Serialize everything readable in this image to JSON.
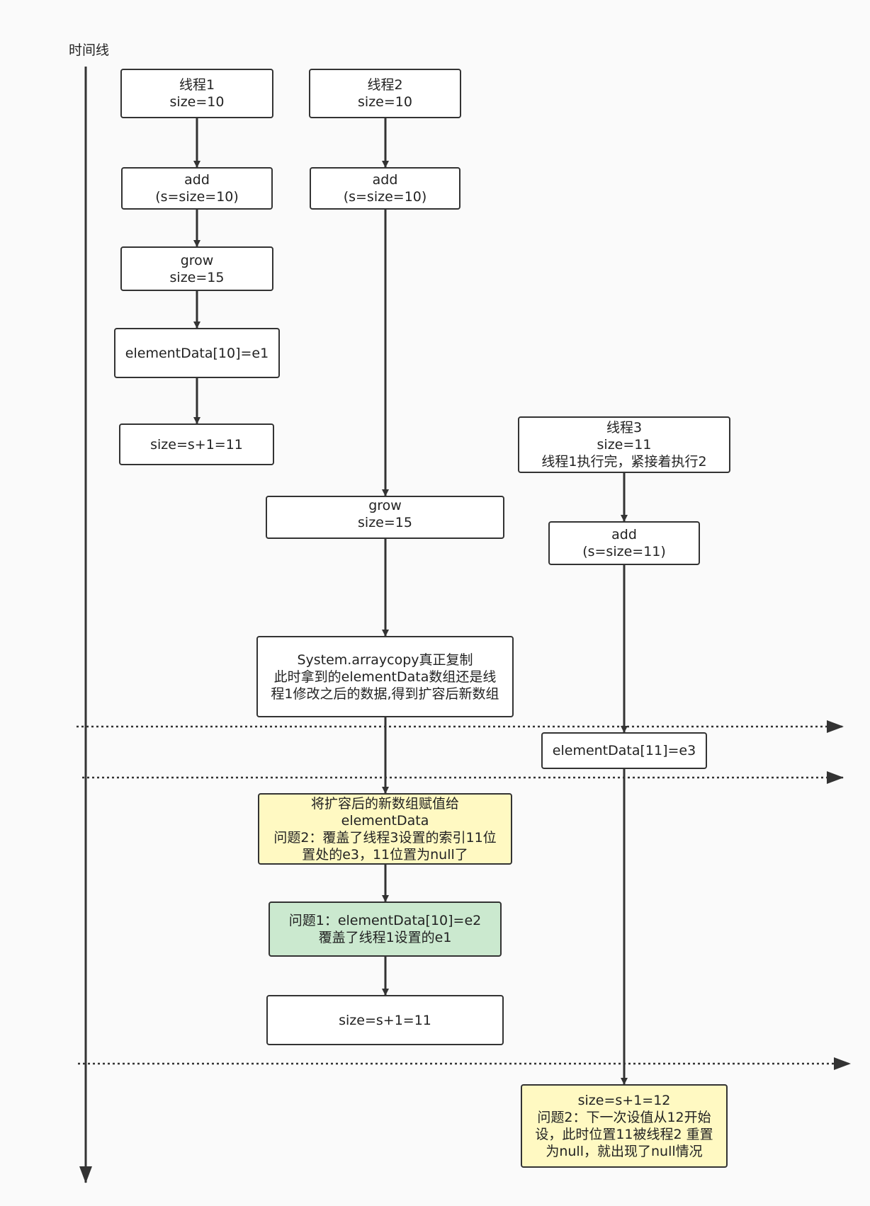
{
  "timeline": {
    "label": "时间线"
  },
  "nodes": {
    "t1_start": [
      "线程1",
      "size=10"
    ],
    "t1_add": [
      "add",
      "(s=size=10)"
    ],
    "t1_grow": [
      "grow",
      "size=15"
    ],
    "t1_assign": [
      "elementData[10]=e1"
    ],
    "t1_size": [
      "size=s+1=11"
    ],
    "t2_start": [
      "线程2",
      "size=10"
    ],
    "t2_add": [
      "add",
      "(s=size=10)"
    ],
    "t2_grow": [
      "grow",
      "size=15"
    ],
    "t2_copy": [
      "System.arraycopy真正复制",
      "此时拿到的elementData数组还是线",
      "程1修改之后的数据,得到扩容后新数组"
    ],
    "t2_reassign": [
      "将扩容后的新数组赋值给",
      "elementData",
      "问题2：覆盖了线程3设置的索引11位",
      "置处的e3，11位置为null了"
    ],
    "t2_problem1": [
      "问题1：elementData[10]=e2",
      "覆盖了线程1设置的e1"
    ],
    "t2_size": [
      "size=s+1=11"
    ],
    "t3_start": [
      "线程3",
      "size=11",
      "线程1执行完，紧接着执行2"
    ],
    "t3_add": [
      "add",
      "(s=size=11)"
    ],
    "t3_assign": [
      "elementData[11]=e3"
    ],
    "t3_size": [
      "size=s+1=12",
      "问题2：下一次设值从12开始",
      "设，此时位置11被线程2 重置",
      "为null，就出现了null情况"
    ]
  }
}
